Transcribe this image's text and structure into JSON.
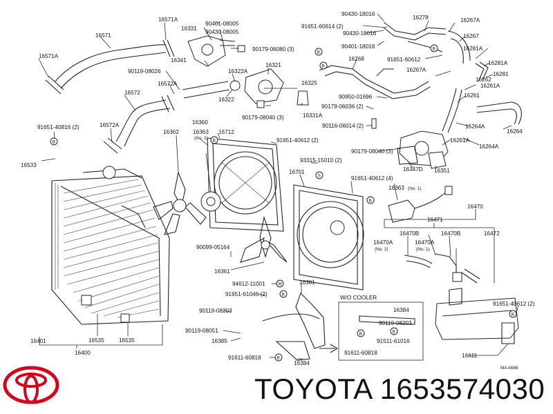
{
  "brand": {
    "name": "TOYOTA",
    "part_number": "1653574030"
  },
  "labels": {
    "l16571A_top": "16571A",
    "l90401_08005": "90401-08005",
    "l16331": "16331",
    "l90430_08005": "90430-08005",
    "l16571": "16571",
    "l90179_06080": "90179-06080 (3)",
    "l16571A_left": "16571A",
    "l16341": "16341",
    "l90119_08026": "90119-08026",
    "l16572A_a": "16572A",
    "l16322A": "16322A",
    "l16321": "16321",
    "l16325": "16325",
    "l16572": "16572",
    "l16322": "16322",
    "l90179_08040a": "90179-08040 (3)",
    "l16331A": "16331A",
    "l16360": "16360",
    "l16363_no2": "16363",
    "l16363_no2_sub": "(No. 2)",
    "l16712": "16712",
    "l91651_40816": "91651-40816 (2)",
    "l16572A_b": "16572A",
    "l16362": "16362",
    "l91651_40612a": "91651-40612 (2)",
    "l16533": "16533",
    "l93315_15010": "93315-15010 (2)",
    "l16701": "16701",
    "l91651_40612b": "91651-40612 (4)",
    "l16363_no1": "16363",
    "l16363_no1_sub": "(No. 1)",
    "l16470": "16470",
    "l16471": "16471",
    "l16470B_a": "16470B",
    "l16470A_a": "16470A",
    "l16470A_a_sub": "(No. 2)",
    "l16470A_b": "16470A",
    "l16470A_b_sub": "(No. 1)",
    "l16470B_b": "16470B",
    "l16472": "16472",
    "l90099_05164": "90099-05164",
    "l16361": "16361",
    "l94612_11001": "94612-11001",
    "l16381": "16381",
    "l91651_61046": "91651-61046 (2)",
    "l90119_08203": "90119-08203",
    "l90119_08051": "90119-08051",
    "l16385": "16385",
    "l91611_60818": "91611-60818",
    "l16384_main": "16384",
    "l16401": "16401",
    "l16535_a": "16535",
    "l16535_b": "16535",
    "l16400": "16400",
    "wo_cooler": "W/O COOLER",
    "l16384_box": "16384",
    "l90119_08203_box": "90119-08203",
    "l91611_60818_box": "91611-60818",
    "l91511_61016": "91511-61016",
    "l91651_40612c": "91651-40612 (2)",
    "l16611": "16611",
    "ma_code": "MA  A686",
    "l90430_18016a": "90430-18016",
    "l16278": "16278",
    "l16267A_a": "16267A",
    "l91651_60614": "91651-60614 (2)",
    "l90430_18016b": "90430-18016",
    "l16267": "16267",
    "l90401_18018": "90401-18018",
    "l16281A_a": "16281A",
    "l16268": "16268",
    "l91651_60612": "91651-60612",
    "l16281A_b": "16281A",
    "l16267A_b": "16267A",
    "l16281": "16281",
    "l16262": "16262",
    "l16261A": "16261A",
    "l90950_01696": "90950-01696",
    "l16261": "16261",
    "l90179_06036": "90179-06036 (2)",
    "l90116_06014": "90116-06014 (2)",
    "l16264A_a": "16264A",
    "l16264": "16264",
    "l16261A_b": "16261A",
    "l90179_08040b": "90179-08040 (3)",
    "l16264A_b": "16264A",
    "l16347D": "16347D",
    "l16351": "16351"
  },
  "markers": {
    "B": "B",
    "S": "S",
    "W": "W"
  }
}
